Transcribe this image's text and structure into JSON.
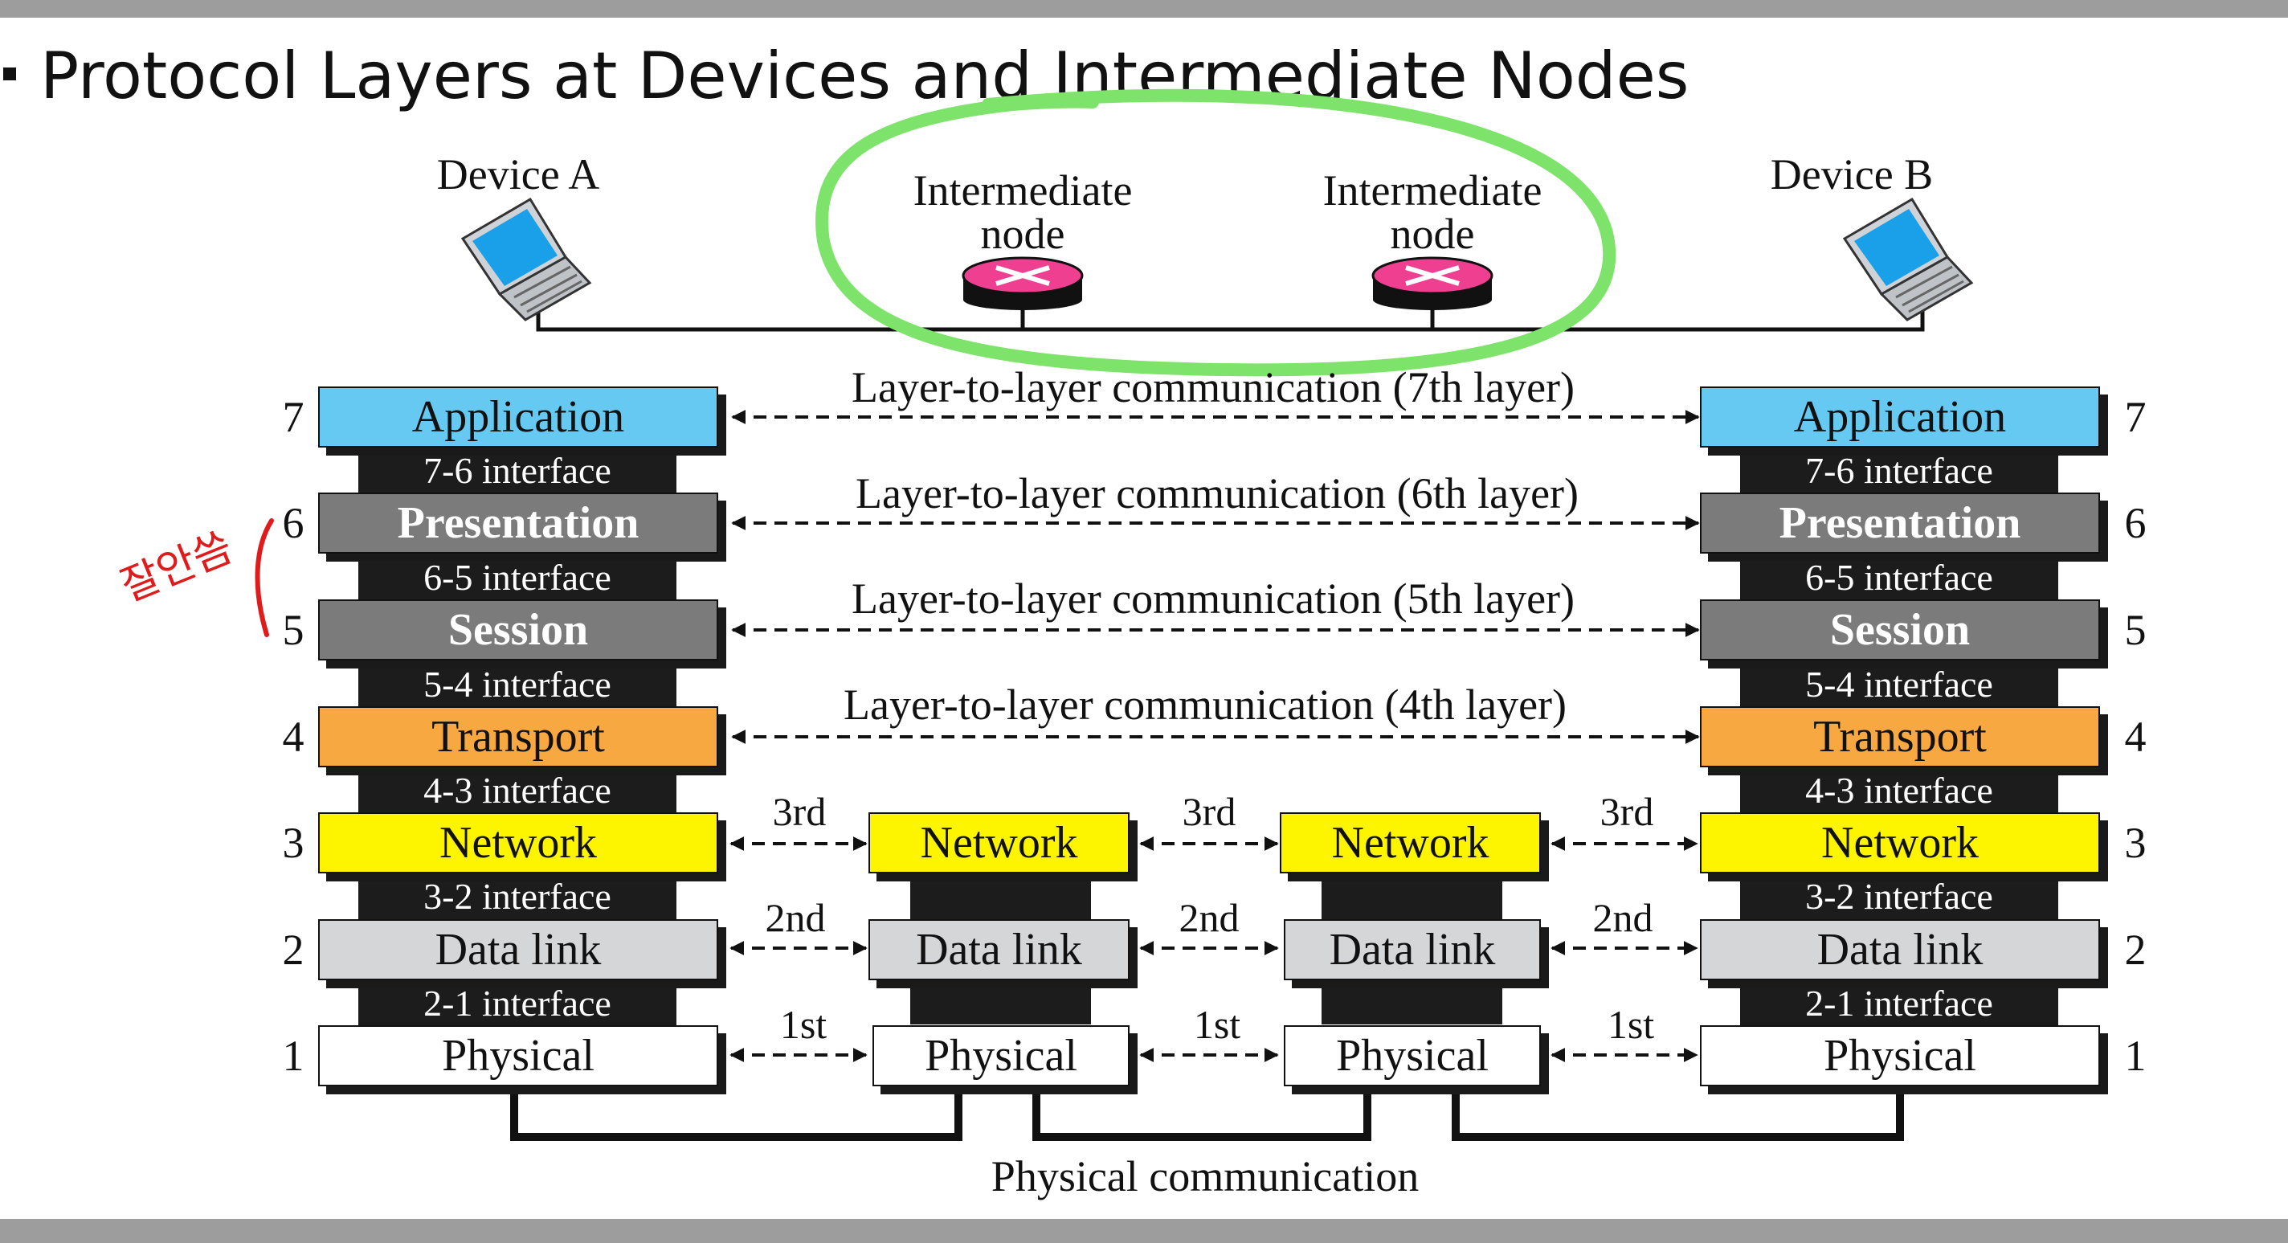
{
  "title": "Protocol Layers at Devices and Intermediate Nodes",
  "devices": {
    "device_a": "Device A",
    "device_b": "Device B",
    "node_1": "Intermediate\nnode",
    "node_2": "Intermediate\nnode"
  },
  "layers": {
    "l7": "Application",
    "l6": "Presentation",
    "l5": "Session",
    "l4": "Transport",
    "l3": "Network",
    "l2": "Data link",
    "l1": "Physical"
  },
  "numbers": {
    "n7": "7",
    "n6": "6",
    "n5": "5",
    "n4": "4",
    "n3": "3",
    "n2": "2",
    "n1": "1"
  },
  "interfaces": {
    "i76": "7-6 interface",
    "i65": "6-5 interface",
    "i54": "5-4 interface",
    "i43": "4-3 interface",
    "i32": "3-2 interface",
    "i21": "2-1 interface"
  },
  "communications": {
    "c7": "Layer-to-layer communication (7th layer)",
    "c6": "Layer-to-layer communication (6th layer)",
    "c5": "Layer-to-layer communication (5th layer)",
    "c4": "Layer-to-layer communication (4th layer)"
  },
  "hops": {
    "third": "3rd",
    "second": "2nd",
    "first": "1st"
  },
  "physical_communication": "Physical communication",
  "annotation": "잘안씀",
  "colors": {
    "application": "#66c9f2",
    "presentation": "#7b7b7b",
    "session": "#7b7b7b",
    "transport": "#f7a840",
    "network": "#fdf500",
    "data_link": "#d5d6d8",
    "physical": "#ffffff",
    "interface": "#1c1c1c",
    "green_circle": "#7ee36a",
    "annotation_red": "#e01b1b",
    "router": "#ee3f91"
  }
}
